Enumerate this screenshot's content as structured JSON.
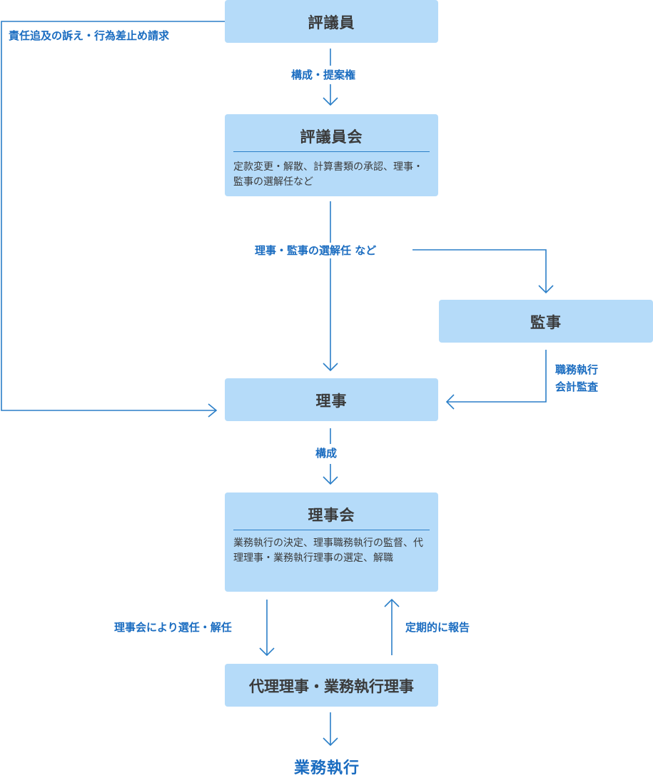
{
  "boxes": {
    "hyogiin": {
      "title": "評議員"
    },
    "hyogiinkai": {
      "title": "評議員会",
      "desc": "定款変更・解散、計算書類の承認、理事・監事の選解任など"
    },
    "kanji": {
      "title": "監事"
    },
    "riji": {
      "title": "理事"
    },
    "rijikai": {
      "title": "理事会",
      "desc": "業務執行の決定、理事職務執行の監督、代理理事・業務執行理事の選定、解職"
    },
    "dairi": {
      "title": "代理理事・業務執行理事"
    }
  },
  "labels": {
    "responsibility": "責任追及の訴え・行為差止め請求",
    "composition_proposal": "構成・提案権",
    "appoint_dismiss": "理事・監事の選解任 など",
    "audit_line1": "職務執行",
    "audit_line2": "会計監査",
    "composition": "構成",
    "elected_by_board": "理事会により選任・解任",
    "regular_report": "定期的に報告"
  },
  "final": "業務執行",
  "colors": {
    "box_fill": "#b5dbf9",
    "line": "#2b7fc8",
    "label": "#1a6cc0",
    "text": "#3a3a3a"
  }
}
